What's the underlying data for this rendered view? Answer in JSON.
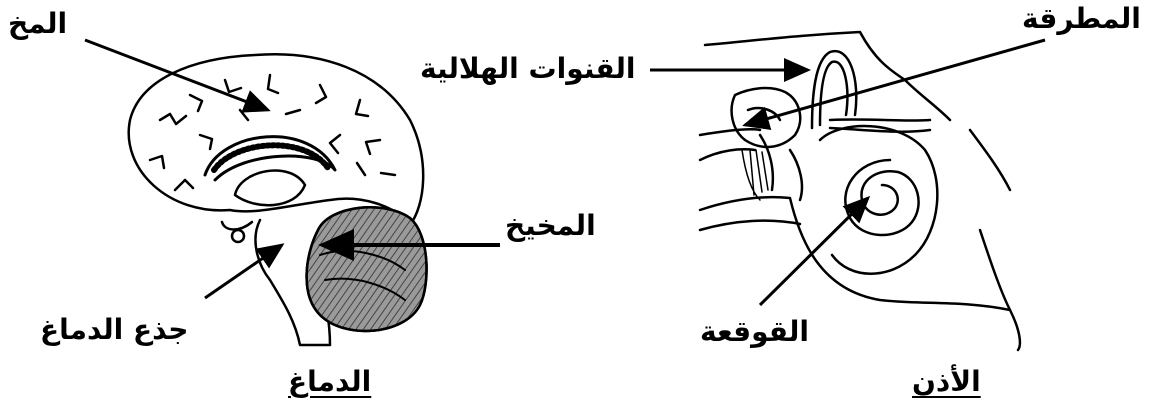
{
  "brain": {
    "caption": "الدماغ",
    "labels": {
      "cerebrum": "المخ",
      "cerebellum": "المخيخ",
      "brainstem": "جذع الدماغ"
    }
  },
  "ear": {
    "caption": "الأذن",
    "labels": {
      "hammer": "المطرقة",
      "semicircular_canals": "القنوات الهلالية",
      "cochlea": "القوقعة"
    }
  },
  "colors": {
    "ink": "#000000",
    "cerebellum_fill": "#9a9a9a",
    "background": "#ffffff"
  }
}
